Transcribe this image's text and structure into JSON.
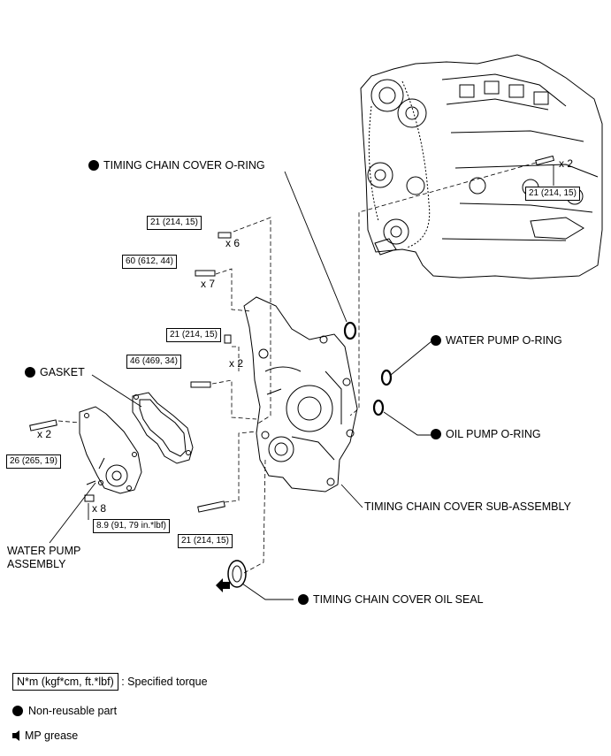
{
  "labels": {
    "chain_cover_oring": "TIMING CHAIN COVER O-RING",
    "water_pump_oring": "WATER PUMP O-RING",
    "oil_pump_oring": "OIL PUMP O-RING",
    "gasket": "GASKET",
    "chain_cover_sub": "TIMING CHAIN COVER SUB-ASSEMBLY",
    "oil_seal": "TIMING CHAIN COVER OIL SEAL",
    "water_pump_line1": "WATER PUMP",
    "water_pump_line2": "ASSEMBLY"
  },
  "torques": {
    "t1": "21 (214, 15)",
    "t2": "21 (214, 15)",
    "t3": "60 (612, 44)",
    "t4": "21 (214, 15)",
    "t5": "46 (469, 34)",
    "t6": "26 (265, 19)",
    "t7": "8.9 (91, 79 in.*lbf)",
    "t8": "21 (214, 15)"
  },
  "quantities": {
    "q1": "x 2",
    "q2": "x 6",
    "q3": "x 7",
    "q4": "x 2",
    "q5": "x 2",
    "q6": "x 8"
  },
  "legend": {
    "torque_box": "N*m (kgf*cm, ft.*lbf)",
    "torque_desc": ": Specified torque",
    "nonreusable": "Non-reusable part",
    "grease": "MP grease"
  }
}
